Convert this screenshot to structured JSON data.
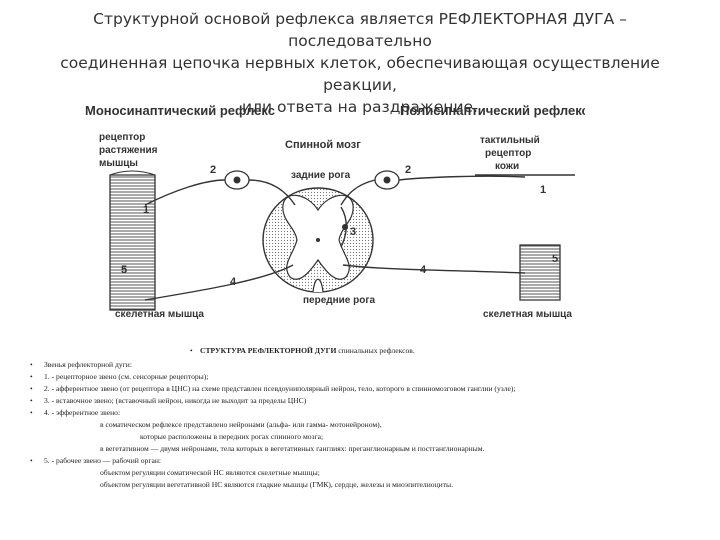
{
  "title": {
    "line1": "Структурной основой рефлекса является РЕФЛЕКТОРНАЯ ДУГА – последовательно",
    "line2": "соединенная цепочка нервных клеток, обеспечивающая осуществление реакции,",
    "line3": "или ответа на раздражение."
  },
  "diagram": {
    "mono_title": "Моносинаптический рефлекс",
    "poly_title": "Полисинаптический рефлекс",
    "spinal_cord": "Спинной мозг",
    "dorsal_horns": "задние рога",
    "ventral_horns": "передние рога",
    "stretch_receptor_1": "рецептор",
    "stretch_receptor_2": "растяжения",
    "stretch_receptor_3": "мышцы",
    "tactile_1": "тактильный",
    "tactile_2": "рецептор",
    "tactile_3": "кожи",
    "skeletal_left": "скелетная мышца",
    "skeletal_right": "скелетная мышца",
    "n1": "1",
    "n2": "2",
    "n3": "3",
    "n4": "4",
    "n5": "5"
  },
  "notes": {
    "bullet": "•",
    "header_bold": "СТРУКТУРА РЕФЛЕКТОРНОЙ ДУГИ",
    "header_rest": " спинальных рефлексов.",
    "l1": "Звенья рефлекторной дуги:",
    "l2": "1. - рецепторное звено (см. сенсорные рецепторы);",
    "l3": "2. - афферентное звено (от рецептора в ЦНС) на схеме представлен псевдоуниполярный нейрон, тело, которого в спинномозговом ганглии (узле);",
    "l4": "3. - вставочное звено; (вставочный нейрон, никогда не выходит за пределы ЦНС)",
    "l5": "4. - эфферентное звено:",
    "l6": "в соматическом рефлексе представлено нейронами (альфа- или гамма- мотонейроном),",
    "l7": "которые расположены в передних рогах спинного мозга;",
    "l8": "в вегетативном — двумя нейронами, тела которых в вегетативных ганглиях: преганглионарным и постганглионарным.",
    "l9": "5. - рабочее звено — рабочий орган:",
    "l10": "объектом регуляции соматической НС являются скелетные мышцы;",
    "l11": "объектом регуляции вегетативной НС являются гладкие мышцы (ГМК), сердце, железы и миоэпителиоциты."
  }
}
